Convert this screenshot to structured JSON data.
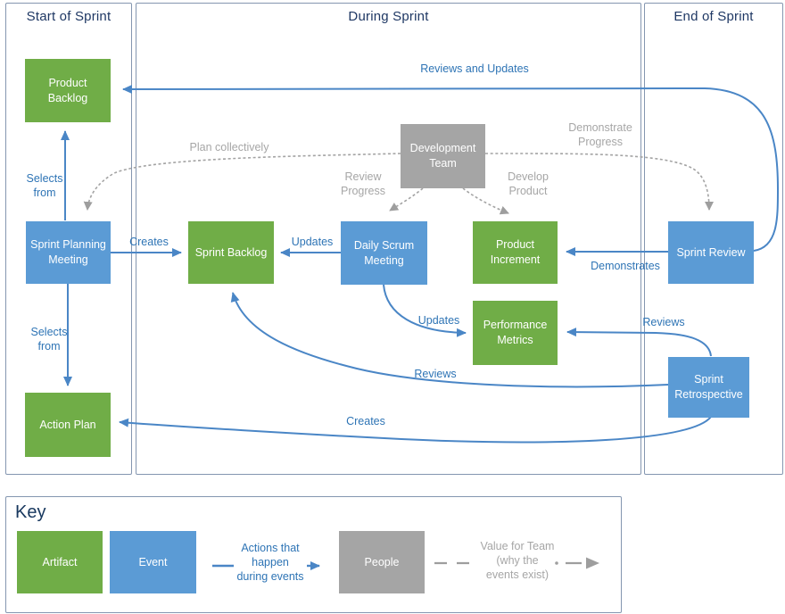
{
  "lanes": {
    "start": "Start of Sprint",
    "during": "During Sprint",
    "end": "End of Sprint"
  },
  "nodes": {
    "product_backlog": "Product Backlog",
    "sprint_planning": "Sprint Planning Meeting",
    "action_plan": "Action Plan",
    "sprint_backlog": "Sprint Backlog",
    "daily_scrum": "Daily Scrum Meeting",
    "product_increment": "Product Increment",
    "performance_metrics": "Performance Metrics",
    "development_team": "Development Team",
    "sprint_review": "Sprint Review",
    "sprint_retrospective": "Sprint Retrospective"
  },
  "edge_labels": {
    "reviews_and_updates": "Reviews and Updates",
    "plan_collectively": "Plan collectively",
    "review_progress": "Review\nProgress",
    "develop_product": "Develop\nProduct",
    "demonstrate_progress": "Demonstrate\nProgress",
    "selects_from_top": "Selects\nfrom",
    "selects_from_bottom": "Selects\nfrom",
    "creates_sprint_backlog": "Creates",
    "updates_sprint_backlog": "Updates",
    "updates_metrics": "Updates",
    "demonstrates": "Demonstrates",
    "reviews_metrics": "Reviews",
    "reviews_sprint_backlog": "Reviews",
    "creates_action_plan": "Creates"
  },
  "key": {
    "title": "Key",
    "artifact_label": "Artifact",
    "event_label": "Event",
    "people_label": "People",
    "actions_arrow_label": "Actions that\nhappen\nduring events",
    "value_arrow_label": "Value for Team\n(why the\nevents exist)"
  },
  "colors": {
    "artifact_green": "#70AD47",
    "event_blue": "#5B9BD5",
    "people_gray": "#A5A5A5",
    "arrow_blue": "#4A86C6",
    "arrow_gray": "#A3A3A3",
    "label_blue": "#2E74B5",
    "label_gray": "#A6A6A6",
    "header_navy": "#1F3864",
    "lane_border": "#8496B0"
  }
}
